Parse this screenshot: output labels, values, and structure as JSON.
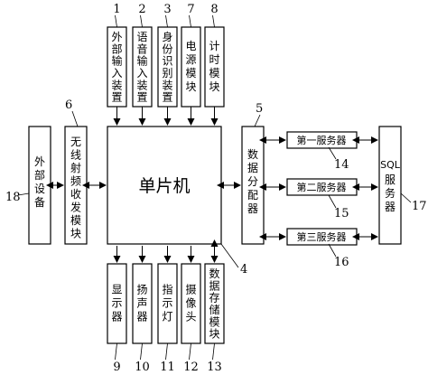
{
  "mcu": {
    "label": "单片机",
    "ref": "4"
  },
  "top_modules": [
    {
      "ref": "1",
      "label": "外部输入装置"
    },
    {
      "ref": "2",
      "label": "语音输入装置"
    },
    {
      "ref": "3",
      "label": "身份识别装置"
    },
    {
      "ref": "7",
      "label": "电源模块"
    },
    {
      "ref": "8",
      "label": "计时模块"
    }
  ],
  "bottom_modules": [
    {
      "ref": "9",
      "label": "显示器"
    },
    {
      "ref": "10",
      "label": "扬声器"
    },
    {
      "ref": "11",
      "label": "指示灯"
    },
    {
      "ref": "12",
      "label": "摄像头"
    },
    {
      "ref": "13",
      "label": "数据存储模块"
    }
  ],
  "external_device": {
    "ref": "18",
    "label": "外部设备"
  },
  "wireless_module": {
    "ref": "6",
    "label": "无线射频收发模块"
  },
  "distributor": {
    "ref": "5",
    "label": "数据分配器"
  },
  "servers": [
    {
      "ref": "14",
      "label": "第一服务器"
    },
    {
      "ref": "15",
      "label": "第二服务器"
    },
    {
      "ref": "16",
      "label": "第三服务器"
    }
  ],
  "sql_server": {
    "ref": "17",
    "label_latin": "SQL",
    "label": "服务器"
  }
}
